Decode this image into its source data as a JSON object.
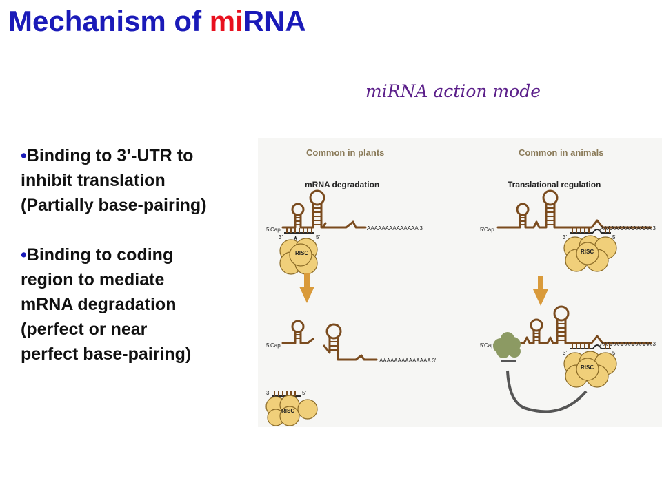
{
  "slide": {
    "title_prefix": "Mechanism of ",
    "title_accent": "mi",
    "title_suffix": "RNA",
    "subtitle": "miRNA action mode",
    "bullets": [
      {
        "marker": "•",
        "lines": [
          "Binding to 3’-UTR to",
          "inhibit translation",
          "(Partially base-pairing)"
        ]
      },
      {
        "marker": "•",
        "lines": [
          "Binding to coding",
          "region to mediate",
          "mRNA degradation",
          "(perfect or near",
          "perfect base-pairing)"
        ]
      }
    ]
  },
  "figure": {
    "colors": {
      "strand": "#7a4b1e",
      "risc": "#f0cf7a",
      "arrow": "#d99a3a",
      "ribosome": "#8c9a63",
      "feedback": "#555555"
    },
    "left": {
      "header": "Common in plants",
      "subheader": "mRNA degradation",
      "cap": "5'Cap",
      "tail": "AAAAAAAAAAAAAA 3'",
      "mirna_3": "3'",
      "mirna_5": "5'",
      "star": "*",
      "risc": "RISC"
    },
    "right": {
      "header": "Common in animals",
      "subheader": "Translational regulation",
      "cap": "5'Cap",
      "tail": "AAAAAAAAAAAAAA 3'",
      "mirna_3": "3'",
      "mirna_5": "5'",
      "risc": "RISC"
    }
  }
}
